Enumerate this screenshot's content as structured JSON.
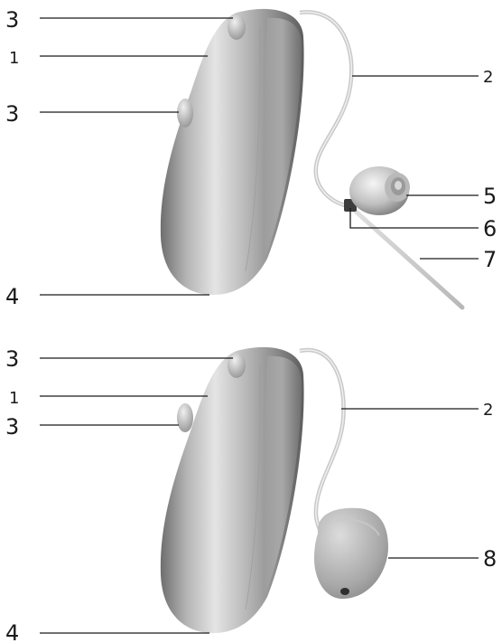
{
  "diagrams": [
    {
      "labels": {
        "top_button": "3",
        "program_button": "1",
        "bottom_button": "3",
        "tube": "2",
        "base": "4",
        "dome": "5",
        "receiver": "6",
        "retention": "7"
      }
    },
    {
      "labels": {
        "top_button": "3",
        "program_button": "1",
        "bottom_button": "3",
        "tube": "2",
        "base": "4",
        "earmold": "8"
      }
    }
  ]
}
